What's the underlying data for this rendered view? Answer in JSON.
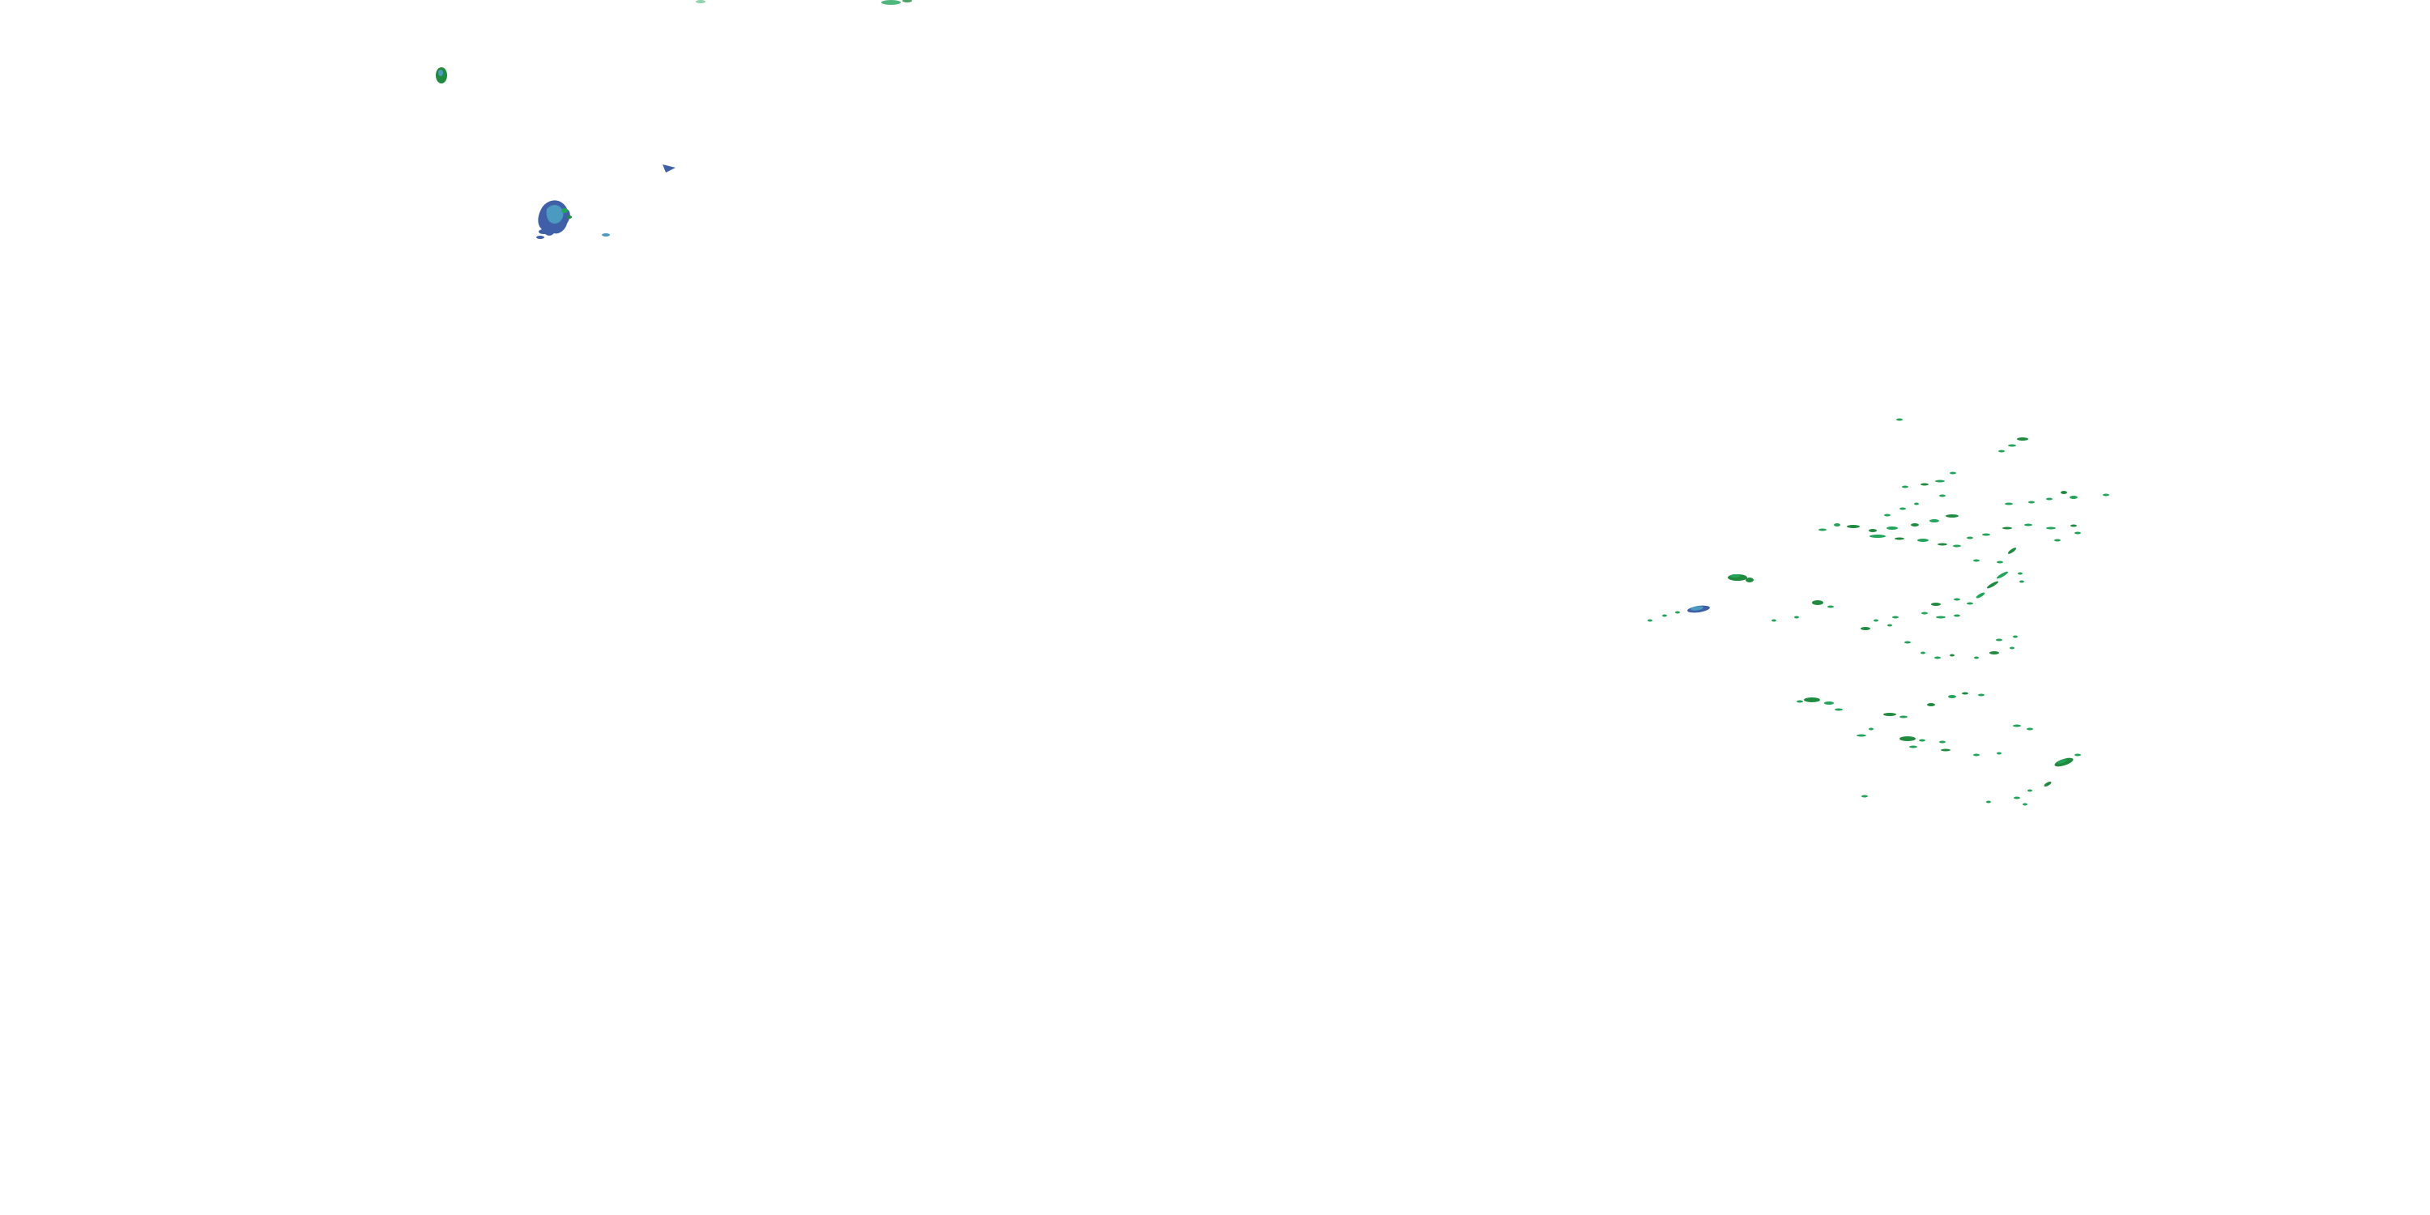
{
  "map": {
    "background": "#ffffff",
    "palette": {
      "light": "#22a55a",
      "moderate": "#1f8b3f",
      "heavy": "#4a9bbf",
      "intense": "#3f5fa8"
    },
    "echo_clusters": [
      {
        "name": "northwest-cell-small",
        "intensity": "moderate"
      },
      {
        "name": "northwest-cell-main",
        "intensity": "intense"
      },
      {
        "name": "north-fragment",
        "intensity": "intense"
      },
      {
        "name": "top-edge-fragment",
        "intensity": "light"
      },
      {
        "name": "east-band",
        "intensity": "light"
      },
      {
        "name": "east-band-core",
        "intensity": "heavy"
      }
    ]
  }
}
